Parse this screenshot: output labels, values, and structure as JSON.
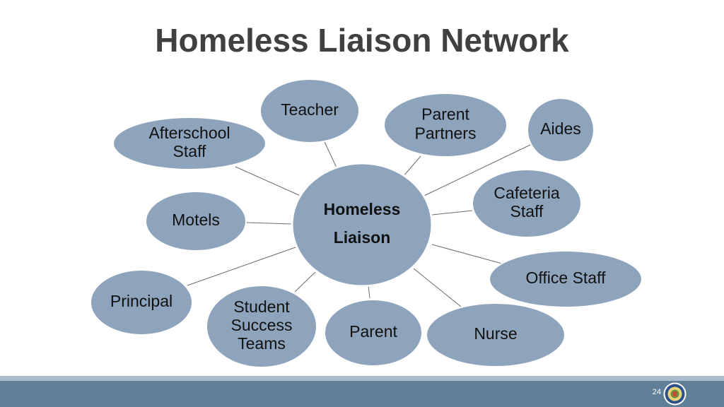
{
  "slide": {
    "title": "Homeless Liaison Network",
    "page_number": "24"
  },
  "diagram": {
    "center": {
      "lines": [
        "Homeless",
        "Liaison"
      ]
    },
    "nodes": [
      {
        "id": "teacher",
        "lines": [
          "Teacher"
        ]
      },
      {
        "id": "parent-partners",
        "lines": [
          "Parent",
          "Partners"
        ]
      },
      {
        "id": "aides",
        "lines": [
          "Aides"
        ]
      },
      {
        "id": "afterschool-staff",
        "lines": [
          "Afterschool",
          "Staff"
        ]
      },
      {
        "id": "cafeteria-staff",
        "lines": [
          "Cafeteria",
          "Staff"
        ]
      },
      {
        "id": "motels",
        "lines": [
          "Motels"
        ]
      },
      {
        "id": "office-staff",
        "lines": [
          "Office Staff"
        ]
      },
      {
        "id": "principal",
        "lines": [
          "Principal"
        ]
      },
      {
        "id": "student-success-teams",
        "lines": [
          "Student",
          "Success",
          "Teams"
        ]
      },
      {
        "id": "parent",
        "lines": [
          "Parent"
        ]
      },
      {
        "id": "nurse",
        "lines": [
          "Nurse"
        ]
      }
    ]
  },
  "colors": {
    "node_fill": "#8ea4bc",
    "title_text": "#404040",
    "footer_bar": "#5f7f97"
  }
}
